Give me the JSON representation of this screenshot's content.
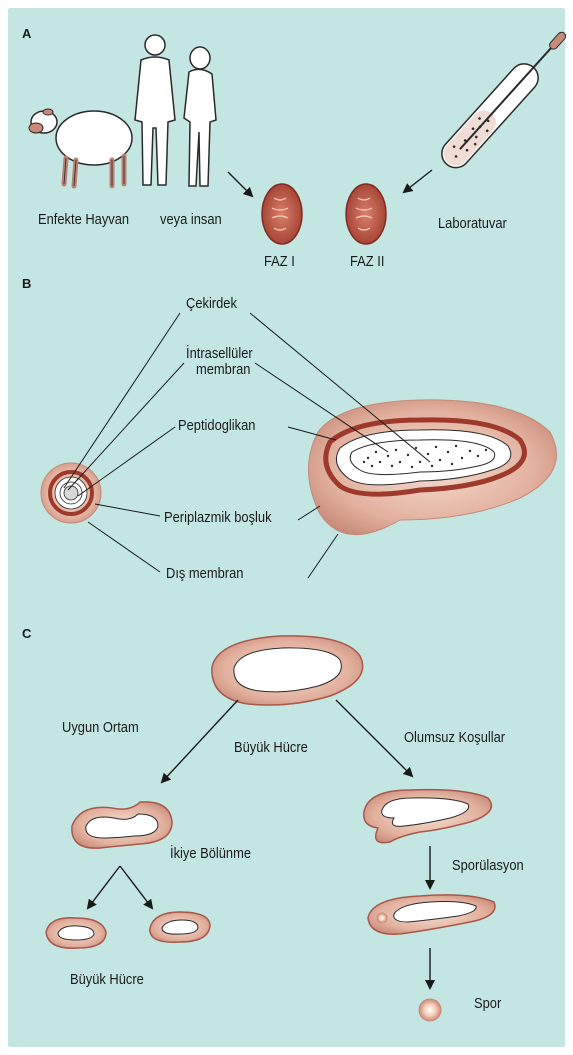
{
  "sections": {
    "a": "A",
    "b": "B",
    "c": "C"
  },
  "labels": {
    "enfekte": "Enfekte Hayvan",
    "veya_insan": "veya insan",
    "laboratuvar": "Laboratuvar",
    "faz1": "FAZ I",
    "faz2": "FAZ II",
    "cekirdek": "Çekirdek",
    "intrasel_1": "İntrasellüler",
    "intrasel_2": "membran",
    "peptido": "Peptidoglikan",
    "periplazmik": "Periplazmik boşluk",
    "dis_membran": "Dış membran",
    "uygun": "Uygun Ortam",
    "buyuk_top": "Büyük Hücre",
    "olumsuz": "Olumsuz Koşullar",
    "ikiye": "İkiye Bölünme",
    "sporulasyon": "Sporülasyon",
    "buyuk_bottom": "Büyük Hücre",
    "spor": "Spor"
  },
  "colors": {
    "background": "#c4e6e2",
    "cell_wall": "#a8584a",
    "cell_fill": "#e6b8a8",
    "cell_inner": "#ffffff",
    "line": "#1a1a1a"
  }
}
